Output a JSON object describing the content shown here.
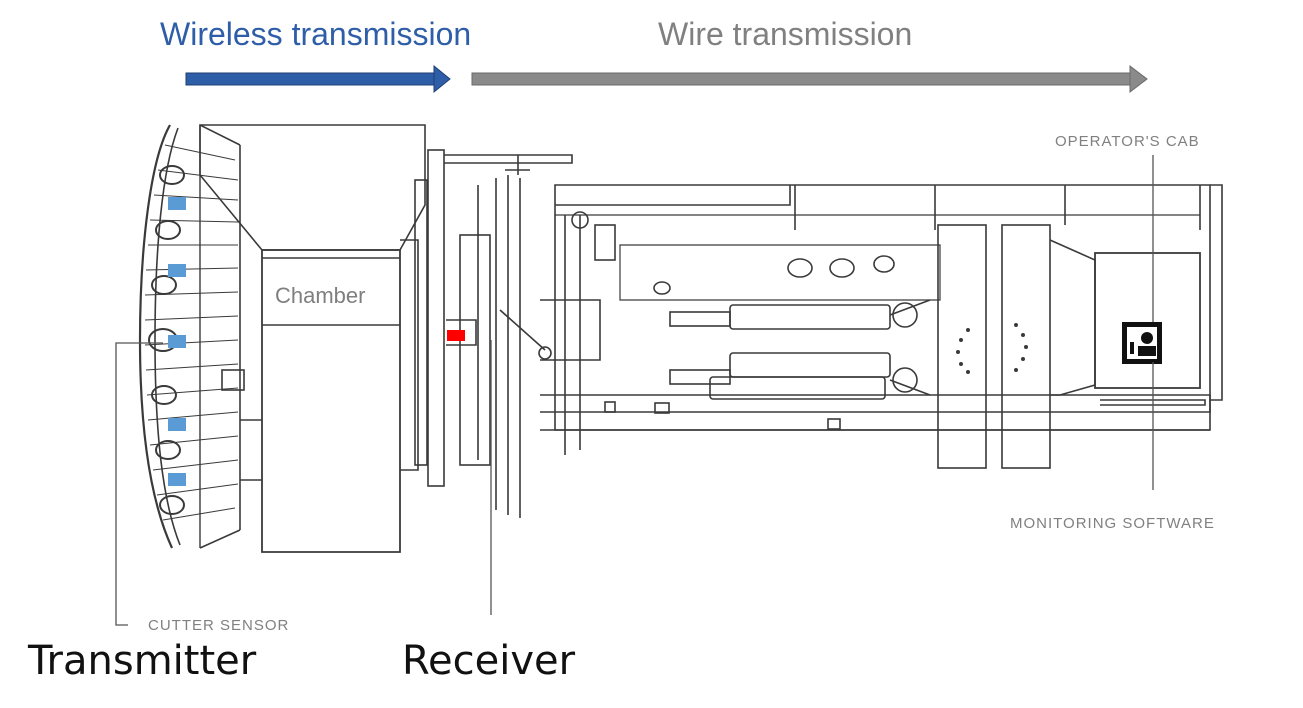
{
  "header": {
    "wireless_label": "Wireless transmission",
    "wire_label": "Wire transmission"
  },
  "labels": {
    "chamber": "Chamber",
    "operators_cab": "OPERATOR'S CAB",
    "monitoring_software": "MONITORING SOFTWARE",
    "cutter_sensor": "CUTTER SENSOR",
    "transmitter": "Transmitter",
    "receiver": "Receiver"
  },
  "colors": {
    "wireless": "#2f5ea8",
    "wire": "#808080",
    "sensor": "#5b9bd5",
    "receiver_marker": "#ff0000",
    "drawing": "#3a3a3a",
    "caption_gray": "#808080"
  },
  "markers": {
    "sensor_count": 5,
    "receiver_count": 1
  }
}
